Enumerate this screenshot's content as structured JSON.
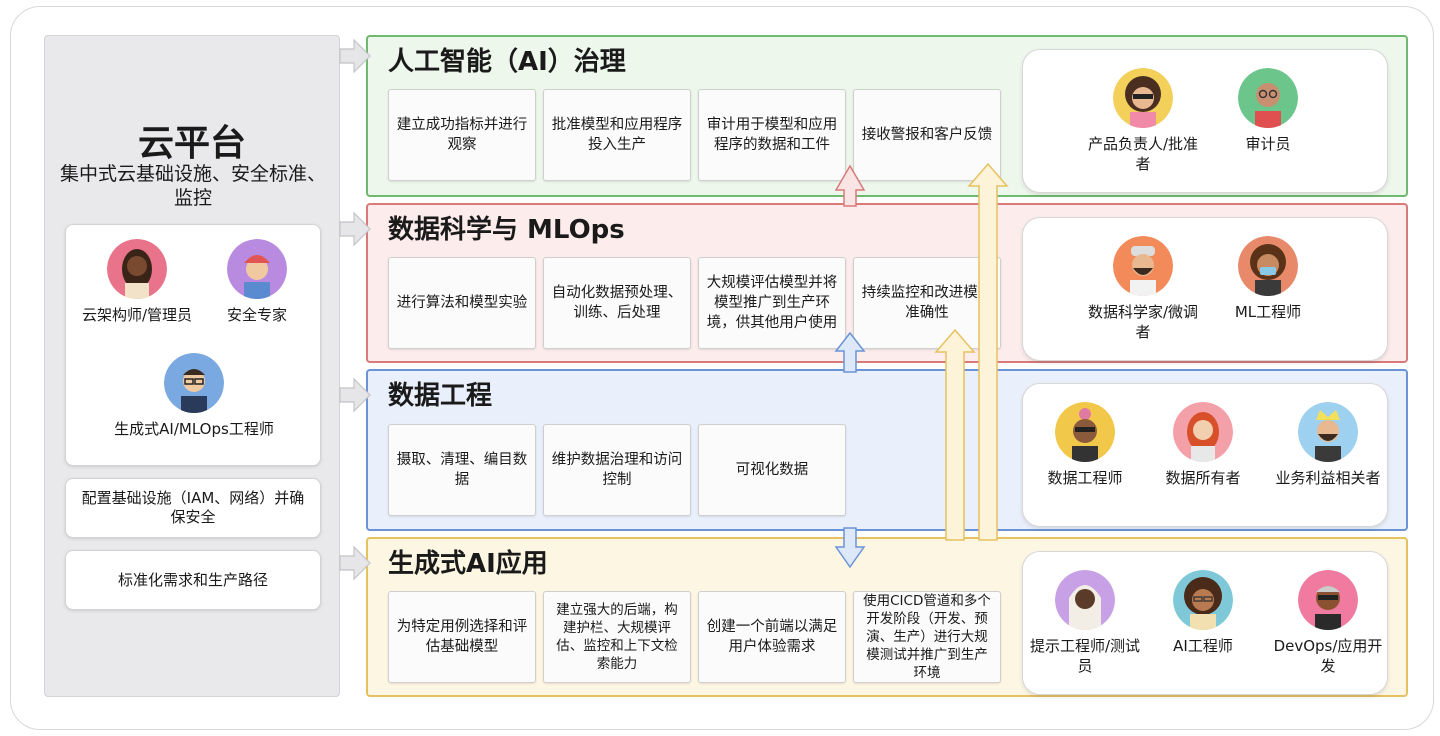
{
  "cloud": {
    "title": "云平台",
    "subtitle": "集中式云基础设施、安全标准、监控",
    "people": [
      {
        "label": "云架构师/管理员",
        "avatar_color": "#e9738a",
        "icon": "woman-avatar-icon"
      },
      {
        "label": "安全专家",
        "avatar_color": "#b98be0",
        "icon": "man-beanie-avatar-icon"
      },
      {
        "label": "生成式AI/MLOps工程师",
        "avatar_color": "#7aa8e0",
        "icon": "man-glasses-avatar-icon"
      }
    ],
    "tasks": [
      "配置基础设施（IAM、网络）并确保安全",
      "标准化需求和生产路径"
    ]
  },
  "layers": [
    {
      "title": "人工智能（AI）治理",
      "border_color": "#6fb86f",
      "bg_color": "#edf7ec",
      "tasks": [
        "建立成功指标并进行观察",
        "批准模型和应用程序投入生产",
        "审计用于模型和应用程序的数据和工件",
        "接收警报和客户反馈"
      ],
      "people": [
        {
          "label": "产品负责人/批准者",
          "avatar_color": "#f2d05a",
          "icon": "woman-sunglasses-avatar-icon"
        },
        {
          "label": "审计员",
          "avatar_color": "#6cc58a",
          "icon": "man-bald-avatar-icon"
        }
      ]
    },
    {
      "title": "数据科学与 MLOps",
      "border_color": "#d97a7a",
      "bg_color": "#fcecec",
      "tasks": [
        "进行算法和模型实验",
        "自动化数据预处理、训练、后处理",
        "大规模评估模型并将模型推广到生产环境，供其他用户使用",
        "持续监控和改进模型准确性"
      ],
      "people": [
        {
          "label": "数据科学家/微调者",
          "avatar_color": "#f28a5a",
          "icon": "man-beard-avatar-icon"
        },
        {
          "label": "ML工程师",
          "avatar_color": "#e88a6a",
          "icon": "woman-mask-avatar-icon"
        }
      ]
    },
    {
      "title": "数据工程",
      "border_color": "#6b93d6",
      "bg_color": "#e9f0fb",
      "tasks": [
        "摄取、清理、编目数据",
        "维护数据治理和访问控制",
        "可视化数据"
      ],
      "people": [
        {
          "label": "数据工程师",
          "avatar_color": "#f2c84a",
          "icon": "woman-sunglasses-avatar-icon"
        },
        {
          "label": "数据所有者",
          "avatar_color": "#f4a0a8",
          "icon": "woman-redhair-avatar-icon"
        },
        {
          "label": "业务利益相关者",
          "avatar_color": "#9ed0f0",
          "icon": "man-crown-avatar-icon"
        }
      ]
    },
    {
      "title": "生成式AI应用",
      "border_color": "#e6c160",
      "bg_color": "#fdf6e3",
      "tasks": [
        "为特定用例选择和评估基础模型",
        "建立强大的后端，构建护栏、大规模评估、监控和上下文检索能力",
        "创建一个前端以满足用户体验需求",
        "使用CICD管道和多个开发阶段（开发、预演、生产）进行大规模测试并推广到生产环境"
      ],
      "people": [
        {
          "label": "提示工程师/测试员",
          "avatar_color": "#c7a0e6",
          "icon": "woman-hijab-avatar-icon"
        },
        {
          "label": "AI工程师",
          "avatar_color": "#7ec8d8",
          "icon": "woman-curly-avatar-icon"
        },
        {
          "label": "DevOps/应用开发",
          "avatar_color": "#f07aa0",
          "icon": "man-sunglasses-avatar-icon"
        }
      ]
    }
  ]
}
